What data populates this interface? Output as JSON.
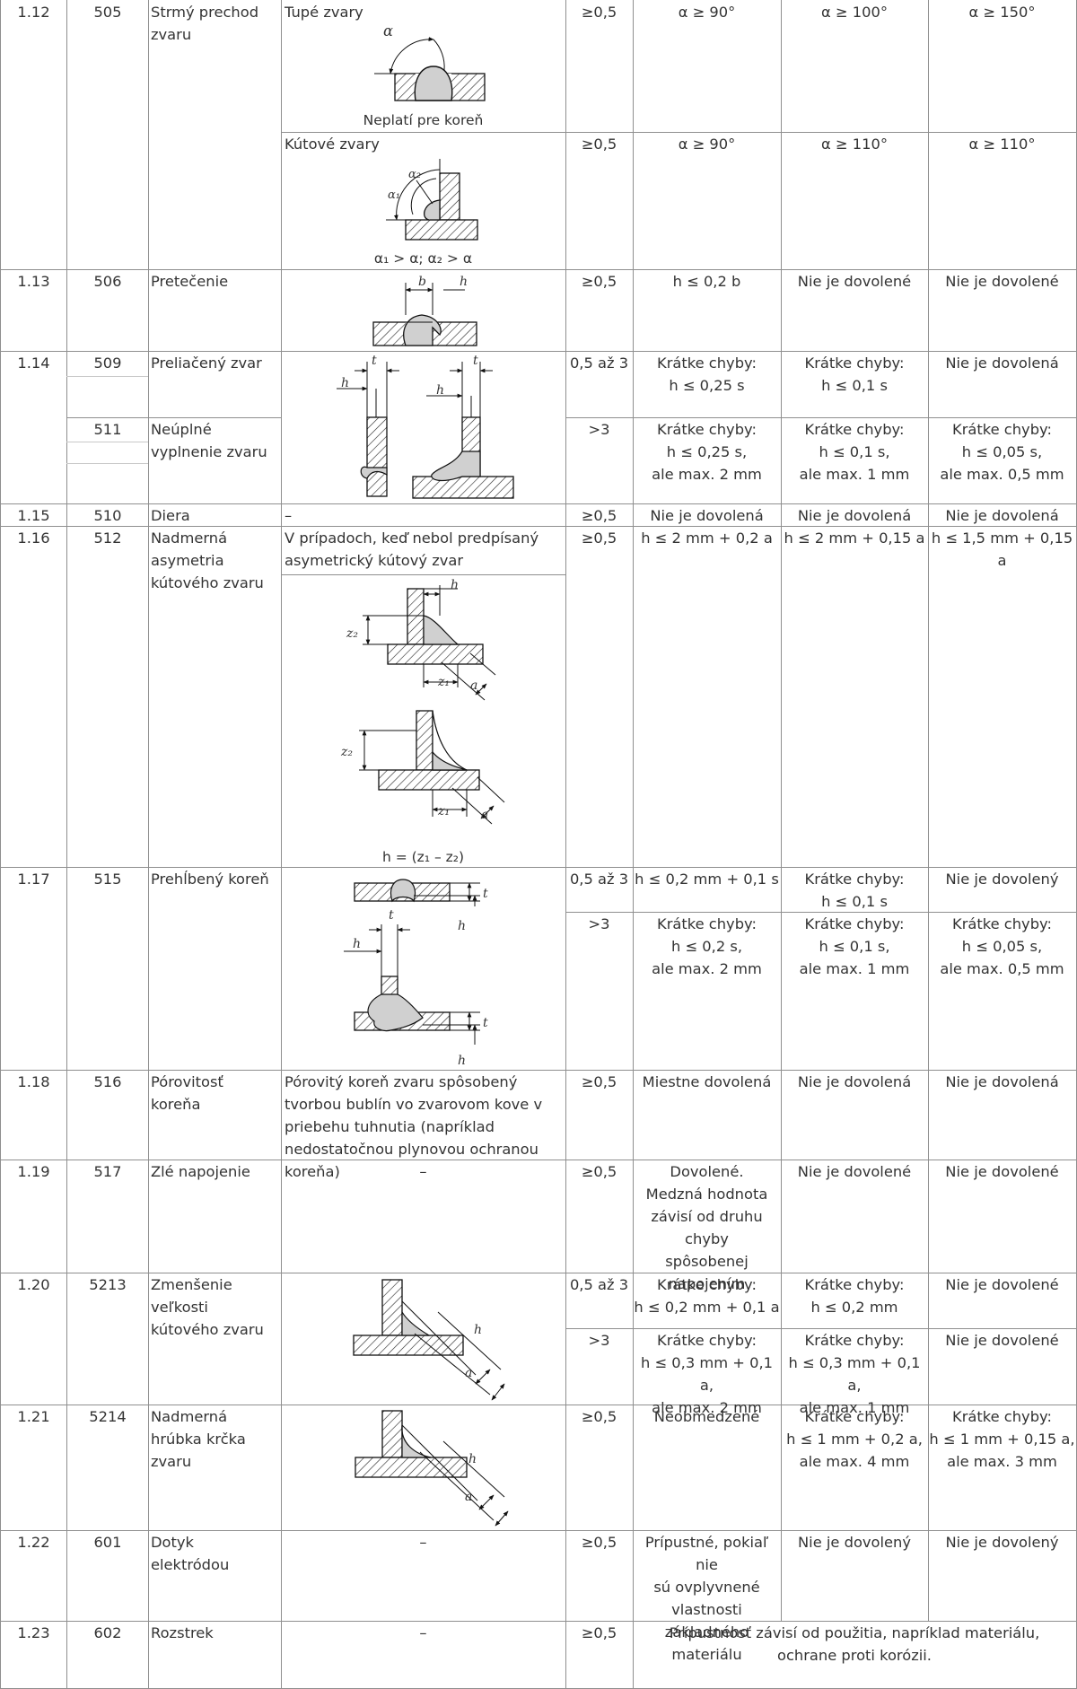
{
  "rows": [
    {
      "id": "1.12",
      "code": "505",
      "name": "Strmý prechod zvaru",
      "sub": [
        {
          "desc": "Tupé zvary",
          "figure_caption": "Neplatí pre koreň",
          "t": "≥0,5",
          "d": "α ≥ 90°",
          "c": "α ≥ 100°",
          "b": "α ≥ 150°"
        },
        {
          "desc": "Kútové zvary",
          "figure_caption": "α₁ > α; α₂ > α",
          "t": "≥0,5",
          "d": "α ≥ 90°",
          "c": "α ≥ 110°",
          "b": "α ≥ 110°"
        }
      ]
    },
    {
      "id": "1.13",
      "code": "506",
      "name": "Pretečenie",
      "t": "≥0,5",
      "d": "h ≤ 0,2 b",
      "c": "Nie je dovolené",
      "b": "Nie je dovolené"
    },
    {
      "id": "1.14",
      "sub": [
        {
          "code": "509",
          "name": "Preliačený zvar",
          "t": "0,5 až 3",
          "d": "Krátke chyby:\nh ≤ 0,25 s",
          "c": "Krátke chyby:\nh ≤ 0,1 s",
          "b": "Nie je dovolená"
        },
        {
          "code": "511",
          "name": "Neúplné vyplnenie zvaru",
          "t": ">3",
          "d": "Krátke chyby:\nh ≤ 0,25 s,\nale max. 2 mm",
          "c": "Krátke chyby:\nh ≤ 0,1 s,\nale max. 1 mm",
          "b": "Krátke chyby:\nh ≤ 0,05 s,\nale max. 0,5 mm"
        }
      ]
    },
    {
      "id": "1.15",
      "code": "510",
      "name": "Diera",
      "desc": "–",
      "t": "≥0,5",
      "d": "Nie je dovolená",
      "c": "Nie je dovolená",
      "b": "Nie je dovolená"
    },
    {
      "id": "1.16",
      "code": "512",
      "name": "Nadmerná asymetria kútového zvaru",
      "desc": "V prípadoch, keď nebol predpísaný asymetrický kútový zvar",
      "figure_caption": "h = (z₁ – z₂)",
      "t": "≥0,5",
      "d": "h ≤ 2 mm + 0,2 a",
      "c": "h ≤ 2 mm + 0,15 a",
      "b": "h ≤ 1,5 mm + 0,15 a"
    },
    {
      "id": "1.17",
      "code": "515",
      "name": "Prehĺbený koreň",
      "sub": [
        {
          "t": "0,5 až 3",
          "d": "h ≤ 0,2 mm + 0,1 s",
          "c": "Krátke chyby:\nh ≤ 0,1 s",
          "b": "Nie je dovolený"
        },
        {
          "t": ">3",
          "d": "Krátke chyby:\nh ≤ 0,2 s,\nale max. 2 mm",
          "c": "Krátke chyby:\nh ≤ 0,1 s,\nale max. 1 mm",
          "b": "Krátke chyby:\nh ≤ 0,05 s,\nale max. 0,5 mm"
        }
      ]
    },
    {
      "id": "1.18",
      "code": "516",
      "name": "Pórovitosť koreňa",
      "desc": "Pórovitý koreň zvaru spôsobený tvorbou bublín vo zvarovom kove v priebehu tuhnutia (napríklad nedostatočnou plynovou ochranou koreňa)",
      "t": "≥0,5",
      "d": "Miestne dovolená",
      "c": "Nie je dovolená",
      "b": "Nie je dovolená"
    },
    {
      "id": "1.19",
      "code": "517",
      "name": "Zlé napojenie",
      "desc": "–",
      "t": "≥0,5",
      "d": "Dovolené.\nMedzná hodnota\nzávisí od druhu chyby\nspôsobenej\nnapojením",
      "c": "Nie je dovolené",
      "b": "Nie je dovolené"
    },
    {
      "id": "1.20",
      "code": "5213",
      "name": "Zmenšenie veľkosti kútového zvaru",
      "sub": [
        {
          "t": "0,5 až 3",
          "d": "Krátke chyby:\nh ≤ 0,2 mm + 0,1 a",
          "c": "Krátke chyby:\nh ≤ 0,2 mm",
          "b": "Nie je dovolené"
        },
        {
          "t": ">3",
          "d": "Krátke chyby:\nh ≤ 0,3 mm + 0,1 a,\nale max. 2 mm",
          "c": "Krátke chyby:\nh ≤ 0,3 mm + 0,1 a,\nale max. 1 mm",
          "b": "Nie je dovolené"
        }
      ]
    },
    {
      "id": "1.21",
      "code": "5214",
      "name": "Nadmerná hrúbka krčka zvaru",
      "t": "≥0,5",
      "d": "Neobmedzené",
      "c": "Krátke chyby:\nh ≤ 1 mm + 0,2 a,\nale max. 4 mm",
      "b": "Krátke chyby:\nh ≤ 1 mm + 0,15 a,\nale max. 3 mm"
    },
    {
      "id": "1.22",
      "code": "601",
      "name": "Dotyk elektródou",
      "desc": "–",
      "t": "≥0,5",
      "d": "Prípustné, pokiaľ nie\nsú ovplyvnené\nvlastnosti základného\nmateriálu",
      "c": "Nie je dovolený",
      "b": "Nie je dovolený"
    },
    {
      "id": "1.23",
      "code": "602",
      "name": "Rozstrek",
      "desc": "–",
      "t": "≥0,5",
      "dcb": "Prípustnosť závisí od použitia, napríklad materiálu, ochrane proti korózii."
    }
  ],
  "figure_labels": {
    "alpha": "α",
    "alpha1": "α₁",
    "alpha2": "α₂",
    "b": "b",
    "h": "h",
    "t": "t",
    "z1": "z₁",
    "z2": "z₂",
    "a": "a"
  }
}
